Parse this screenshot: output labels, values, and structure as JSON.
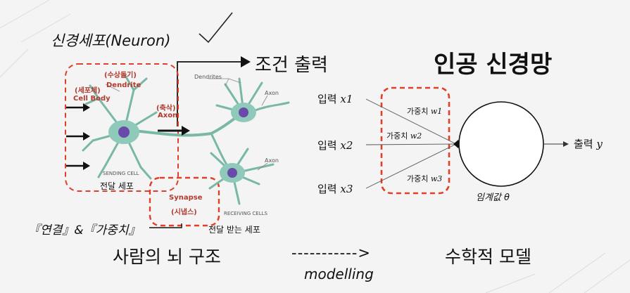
{
  "left": {
    "neuron_title": "신경세포(Neuron)",
    "condition_output": "조건 출력",
    "labels": {
      "dendrite_kr": "(수상돌기)",
      "dendrite_en": "Dendrite",
      "cellbody_kr": "(세포체)",
      "cellbody_en": "Cell Body",
      "axon_kr": "(축삭)",
      "axon_en": "Axon",
      "sending_cell": "SENDING CELL",
      "sending_cell_kr": "전달 세포",
      "dendrites_right": "Dendrites",
      "axon_right_top": "Axon",
      "axon_right_bottom": "Axon",
      "synapse_en": "Synapse",
      "synapse_kr": "(시냅스)",
      "receiving_cell": "RECEIVING CELLS",
      "receiving_cell_kr": "전달 받는 세포"
    },
    "connection_weight": "『연결』&『가중치』"
  },
  "right": {
    "title": "인공 신경망",
    "inputs": [
      {
        "label": "입력",
        "var": "x1"
      },
      {
        "label": "입력",
        "var": "x2"
      },
      {
        "label": "입력",
        "var": "x3"
      }
    ],
    "weights": [
      {
        "label": "가중치",
        "var": "w1"
      },
      {
        "label": "가중치",
        "var": "w2"
      },
      {
        "label": "가중치",
        "var": "w3"
      }
    ],
    "output": {
      "label": "출력",
      "var": "y"
    },
    "threshold": "임계값 θ"
  },
  "bottom": {
    "brain": "사람의 뇌 구조",
    "arrow": "----------->",
    "modelling": "modelling",
    "math_model": "수학적 모델"
  },
  "colors": {
    "dashed_red": "#e0402a",
    "neuron_fill": "#8fc9b9",
    "nucleus": "#6a4aa8"
  }
}
